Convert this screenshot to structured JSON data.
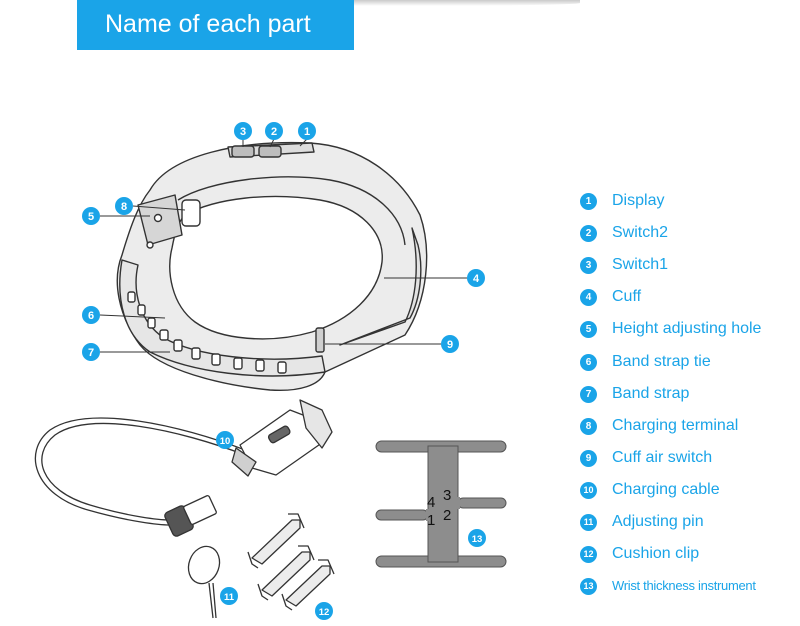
{
  "header": {
    "title": "Name of each part"
  },
  "colors": {
    "accent": "#1aa4e8",
    "line": "#333333",
    "band": "#ececec",
    "instrument": "#8d8d8d"
  },
  "callouts": [
    "1",
    "2",
    "3",
    "4",
    "5",
    "6",
    "7",
    "8",
    "9",
    "10",
    "11",
    "12",
    "13"
  ],
  "instrument": {
    "marks": [
      "4",
      "3",
      "1",
      "2"
    ]
  },
  "legend": [
    {
      "num": "1",
      "label": "Display"
    },
    {
      "num": "2",
      "label": "Switch2"
    },
    {
      "num": "3",
      "label": "Switch1"
    },
    {
      "num": "4",
      "label": "Cuff"
    },
    {
      "num": "5",
      "label": "Height adjusting hole"
    },
    {
      "num": "6",
      "label": "Band strap tie"
    },
    {
      "num": "7",
      "label": "Band strap"
    },
    {
      "num": "8",
      "label": "Charging terminal"
    },
    {
      "num": "9",
      "label": "Cuff air switch"
    },
    {
      "num": "10",
      "label": "Charging cable"
    },
    {
      "num": "11",
      "label": "Adjusting pin"
    },
    {
      "num": "12",
      "label": "Cushion clip"
    },
    {
      "num": "13",
      "label": "Wrist thickness instrument"
    }
  ]
}
